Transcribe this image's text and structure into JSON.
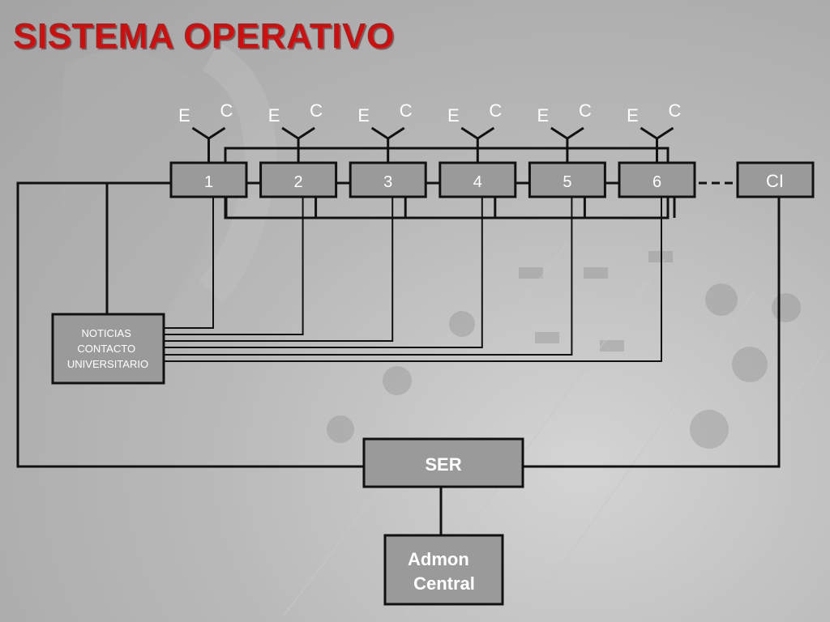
{
  "title": "SISTEMA OPERATIVO",
  "nodes": [
    {
      "id": "1",
      "e": "E",
      "c": "C"
    },
    {
      "id": "2",
      "e": "E",
      "c": "C"
    },
    {
      "id": "3",
      "e": "E",
      "c": "C"
    },
    {
      "id": "4",
      "e": "E",
      "c": "C"
    },
    {
      "id": "5",
      "e": "E",
      "c": "C"
    },
    {
      "id": "6",
      "e": "E",
      "c": "C"
    }
  ],
  "ci_label": "CI",
  "noticias_lines": [
    "NOTICIAS",
    "CONTACTO",
    "UNIVERSITARIO"
  ],
  "ser_label": "SER",
  "admon_lines": [
    "Admon",
    "Central"
  ],
  "colors": {
    "title": "#cc1010",
    "box_fill": "#9a9a9a",
    "line": "#111111",
    "text": "#ffffff"
  }
}
